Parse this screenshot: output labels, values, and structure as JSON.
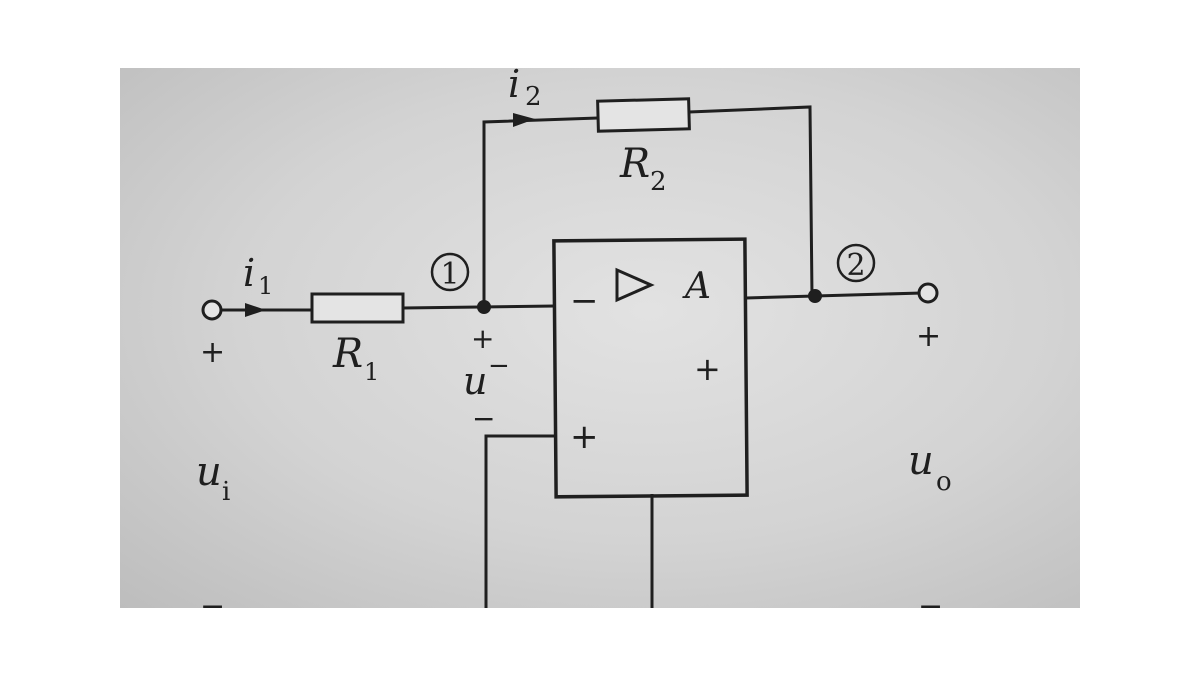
{
  "diagram": {
    "labels": {
      "i1": "i",
      "i1_sub": "1",
      "i2": "i",
      "i2_sub": "2",
      "r1": "R",
      "r1_sub": "1",
      "r2": "R",
      "r2_sub": "2",
      "node1": "1",
      "node2": "2",
      "amp": "A",
      "u_minus": "u",
      "u_minus_sup": "−",
      "ui": "u",
      "ui_sub": "i",
      "uo": "u",
      "uo_sub": "o"
    },
    "signs": {
      "plus": "+",
      "minus": "−"
    }
  }
}
